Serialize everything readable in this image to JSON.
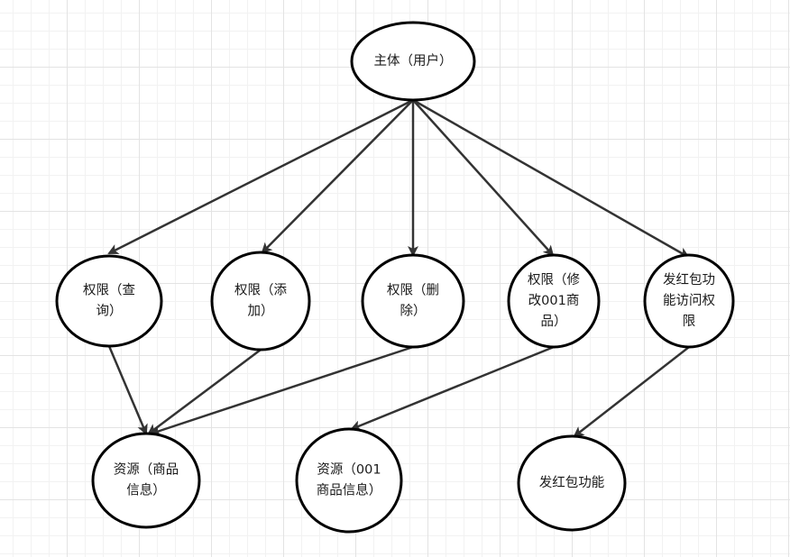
{
  "diagram": {
    "nodes": [
      {
        "id": "subject",
        "lines": [
          "主体（用户）"
        ]
      },
      {
        "id": "perm-query",
        "lines": [
          "权限（查",
          "询）"
        ]
      },
      {
        "id": "perm-add",
        "lines": [
          "权限（添",
          "加）"
        ]
      },
      {
        "id": "perm-delete",
        "lines": [
          "权限（删",
          "除）"
        ]
      },
      {
        "id": "perm-modify",
        "lines": [
          "权限（修",
          "改001商",
          "品）"
        ]
      },
      {
        "id": "perm-redpacket",
        "lines": [
          "发红包功",
          "能访问权",
          "限"
        ]
      },
      {
        "id": "res-goods",
        "lines": [
          "资源（商品",
          "信息）"
        ]
      },
      {
        "id": "res-goods-001",
        "lines": [
          "资源（001",
          "商品信息）"
        ]
      },
      {
        "id": "res-redpacket",
        "lines": [
          "发红包功能"
        ]
      }
    ],
    "edges": [
      {
        "from": "subject",
        "to": "perm-query"
      },
      {
        "from": "subject",
        "to": "perm-add"
      },
      {
        "from": "subject",
        "to": "perm-delete"
      },
      {
        "from": "subject",
        "to": "perm-modify"
      },
      {
        "from": "subject",
        "to": "perm-redpacket"
      },
      {
        "from": "perm-query",
        "to": "res-goods"
      },
      {
        "from": "perm-add",
        "to": "res-goods"
      },
      {
        "from": "perm-delete",
        "to": "res-goods"
      },
      {
        "from": "perm-modify",
        "to": "res-goods-001"
      },
      {
        "from": "perm-redpacket",
        "to": "res-redpacket"
      }
    ]
  }
}
